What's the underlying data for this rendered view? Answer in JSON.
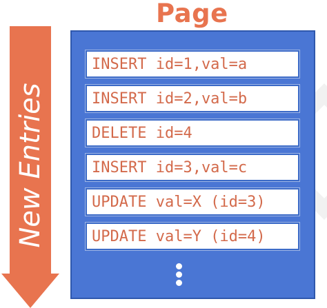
{
  "title": "Page",
  "arrow_label": "New Entries",
  "entries": [
    "INSERT id=1,val=a",
    "INSERT id=2,val=b",
    "DELETE id=4",
    "INSERT id=3,val=c",
    "UPDATE val=X (id=3)",
    "UPDATE val=Y (id=4)"
  ],
  "colors": {
    "accent": "#e8744f",
    "page_box": "#4a76d4",
    "entry_text": "#d36a4b"
  },
  "icons": {
    "arrow": "arrow-down-icon",
    "ellipsis": "vertical-ellipsis-icon"
  }
}
